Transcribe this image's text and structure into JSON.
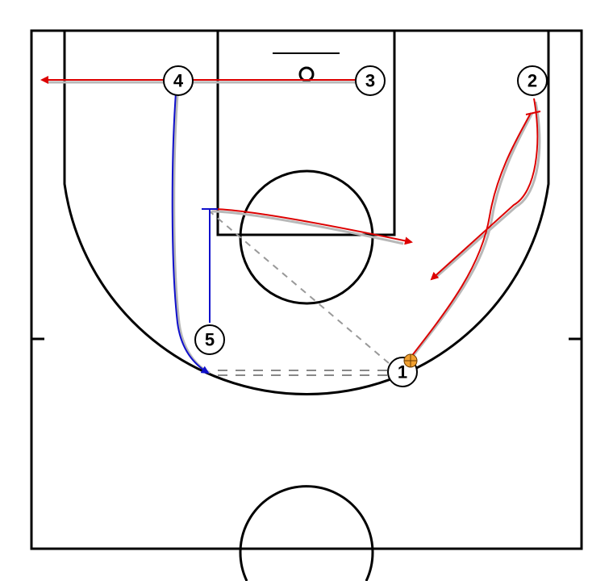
{
  "colors": {
    "court_lines": "#000000",
    "cut": "#dd0000",
    "cut_shadow": "#b8b8b8",
    "screen_move": "#1010cc",
    "pass": "#999999",
    "dribble": "#888888",
    "ball": "#f0a030"
  },
  "players": [
    {
      "id": "player-1",
      "label": "1",
      "has_ball": true
    },
    {
      "id": "player-2",
      "label": "2",
      "has_ball": false
    },
    {
      "id": "player-3",
      "label": "3",
      "has_ball": false
    },
    {
      "id": "player-4",
      "label": "4",
      "has_ball": false
    },
    {
      "id": "player-5",
      "label": "5",
      "has_ball": false
    }
  ],
  "icons": {
    "ball": "basketball-icon",
    "arrow": "arrowhead-icon",
    "screen": "screen-bar-icon"
  }
}
